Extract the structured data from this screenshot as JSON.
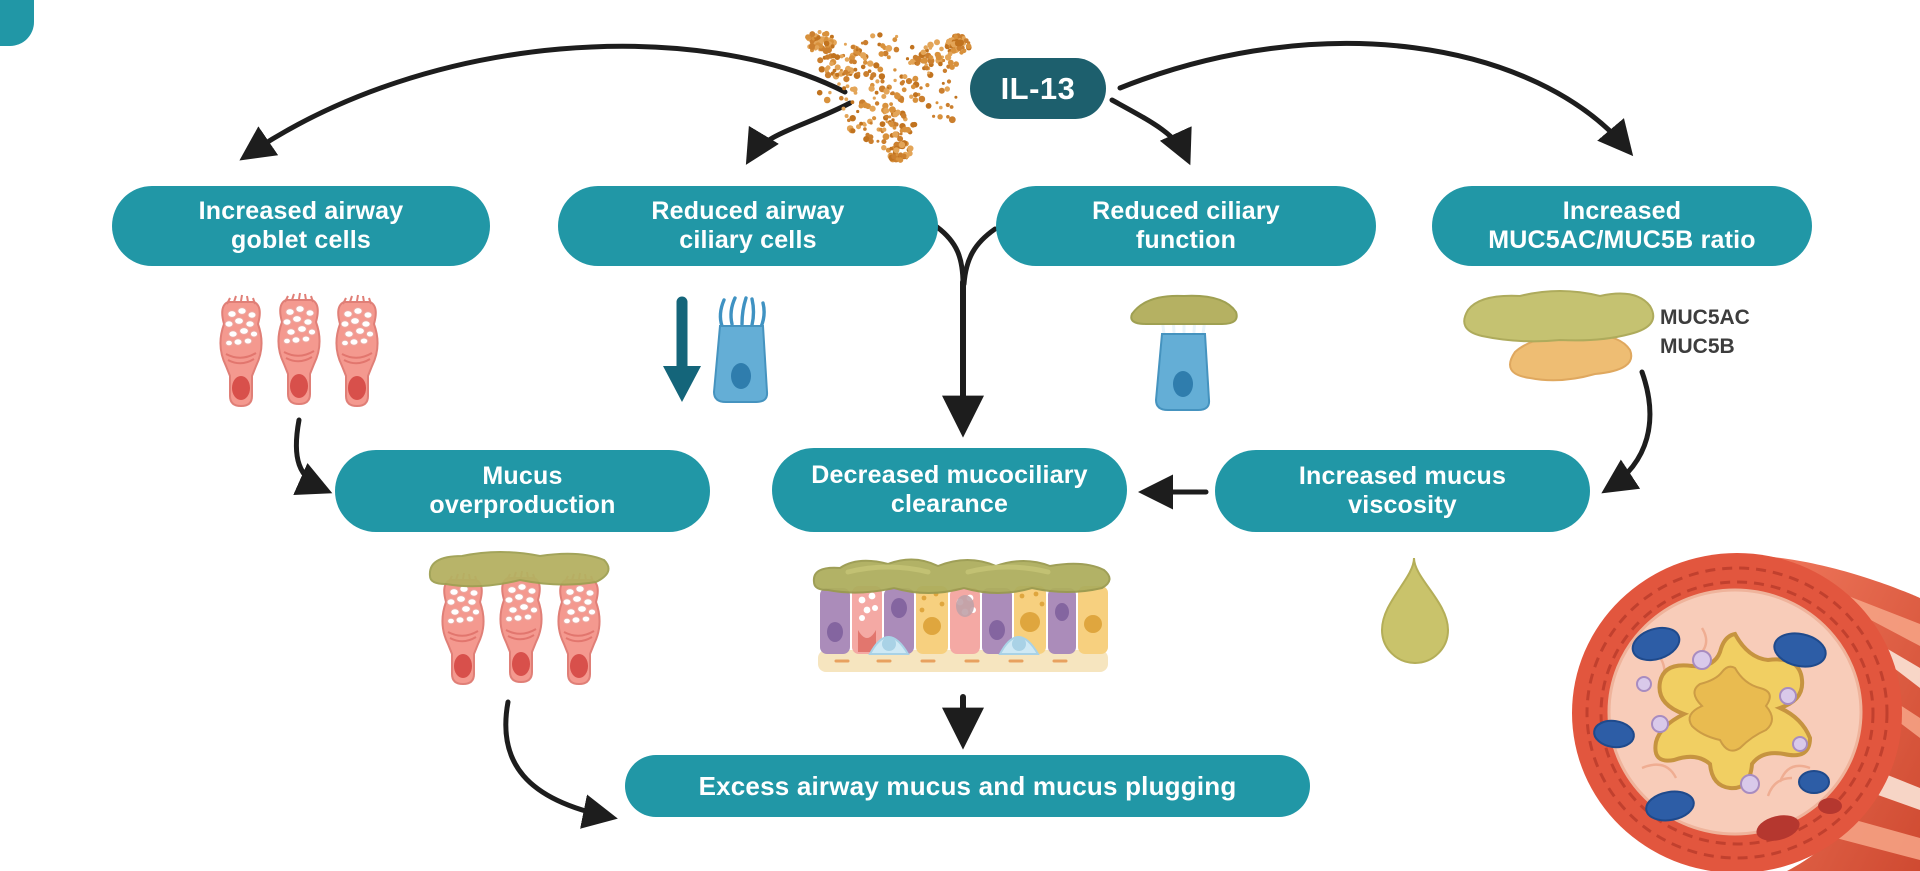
{
  "diagram": {
    "badge": "IL-13",
    "nodes": {
      "goblet": {
        "line1": "Increased airway",
        "line2": "goblet cells"
      },
      "ciliary_cells": {
        "line1": "Reduced airway",
        "line2": "ciliary cells"
      },
      "ciliary_function": {
        "line1": "Reduced ciliary",
        "line2": "function"
      },
      "muc_ratio": {
        "line1": "Increased",
        "line2": "MUC5AC/MUC5B ratio"
      },
      "overproduction": {
        "line1": "Mucus",
        "line2": "overproduction"
      },
      "clearance": {
        "line1": "Decreased mucociliary",
        "line2": "clearance"
      },
      "viscosity": {
        "line1": "Increased mucus",
        "line2": "viscosity"
      },
      "excess": {
        "line1": "Excess airway mucus and mucus plugging"
      }
    },
    "annotations": {
      "muc5ac": "MUC5AC",
      "muc5b": "MUC5B"
    },
    "icons": [
      "il13-protein-icon",
      "goblet-cells-icon",
      "decrease-arrow-icon",
      "ciliary-cell-icon",
      "mucus-capped-ciliary-cell-icon",
      "muc5ac-muc5b-mucin-icon",
      "mucus-covered-goblet-cells-icon",
      "airway-epithelium-icon",
      "mucus-droplet-icon",
      "airway-cross-section-icon"
    ],
    "colors": {
      "node_teal": "#2197a6",
      "badge_teal": "#1d5f6d",
      "arrow_black": "#1d1d1d",
      "mucus_olive": "#b5b162",
      "mucin_orange": "#eebd73",
      "goblet_pink": "#f4998f",
      "ciliary_blue": "#64aed6",
      "protein_orange": "#d8913c",
      "label_gray": "#3d3d3d"
    }
  }
}
